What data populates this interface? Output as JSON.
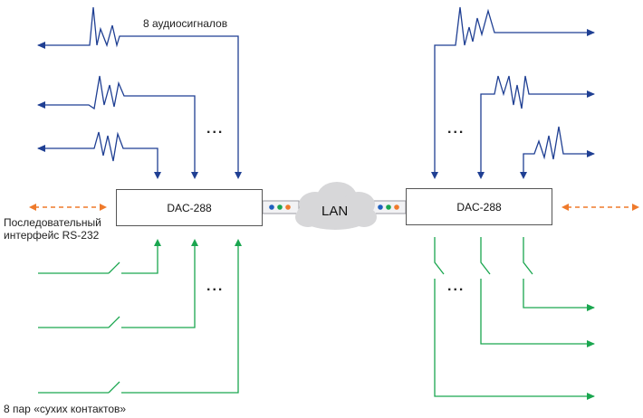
{
  "colors": {
    "audio": "#1f3f93",
    "contacts": "#1aa64f",
    "rs232": "#ef7a2b",
    "box_border": "#555555",
    "cloud": "#d7d7d9",
    "lan_dot_blue": "#1f5fbf",
    "lan_dot_green": "#1aa64f",
    "lan_dot_orange": "#ef7a2b"
  },
  "labels": {
    "audio_signals": "8 аудиосигналов",
    "rs232_line1": "Последовательный",
    "rs232_line2": "интерфейс RS-232",
    "dry_contacts": "8 пар «сухих контактов»",
    "lan": "LAN",
    "ellipsis": "..."
  },
  "devices": {
    "left": {
      "label": "DAC-288"
    },
    "right": {
      "label": "DAC-288"
    }
  }
}
